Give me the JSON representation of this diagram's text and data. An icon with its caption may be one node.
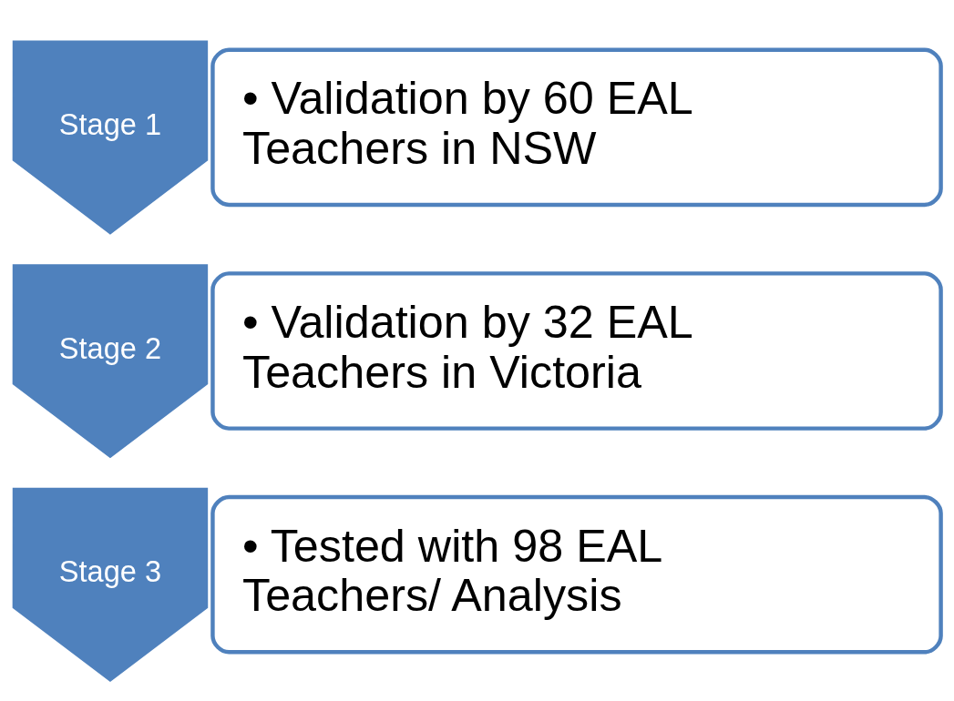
{
  "diagram": {
    "nodes": [
      {
        "text": [
          "Stage 1"
        ]
      },
      {
        "text": [
          "• Validation by 60 EAL Teachers in NSW"
        ]
      },
      {
        "text": [
          "Stage 2"
        ]
      },
      {
        "text": [
          "• Validation by 32 EAL Teachers in Victoria"
        ]
      },
      {
        "text": [
          "Stage 3"
        ]
      },
      {
        "text": [
          "• Tested with 98 EAL Teachers/ Analysis"
        ]
      }
    ]
  }
}
